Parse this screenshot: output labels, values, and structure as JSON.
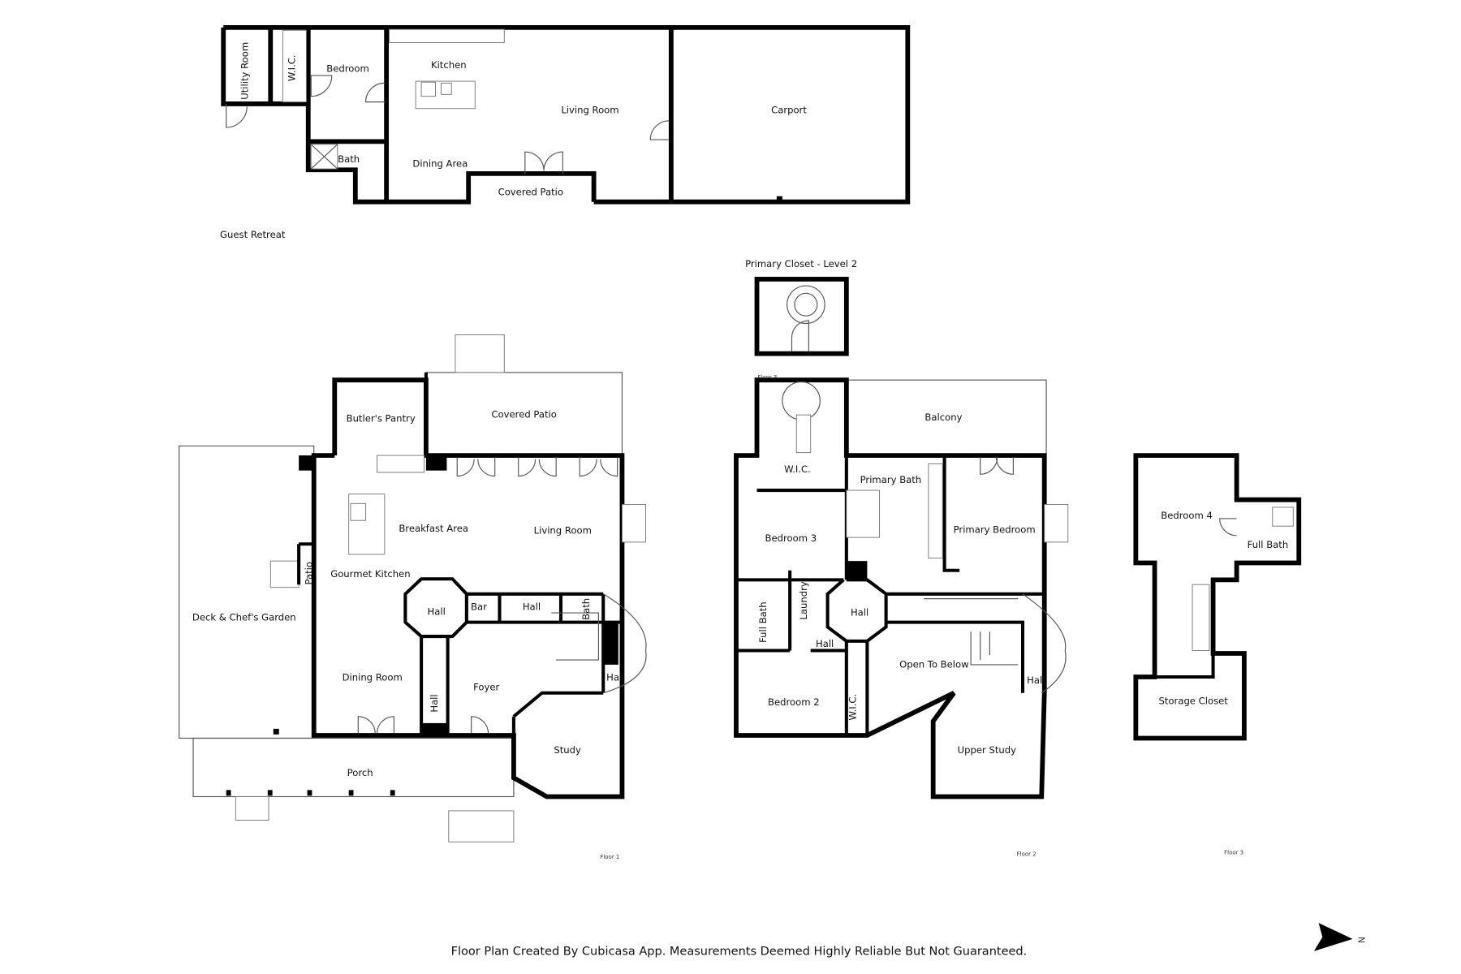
{
  "guest_retreat": {
    "title": "Guest Retreat",
    "rooms": [
      "Utility Room",
      "W.I.C.",
      "Bedroom",
      "Kitchen",
      "Living Room",
      "Carport",
      "Bath",
      "Dining Area",
      "Covered Patio"
    ]
  },
  "primary_closet": {
    "title": "Primary Closet - Level 2",
    "floor_tag": "Floor 3"
  },
  "floor1": {
    "label": "Floor 1",
    "rooms": [
      "Butler's Pantry",
      "Covered Patio",
      "Breakfast Area",
      "Living Room",
      "Gourmet Kitchen",
      "Patio",
      "Deck & Chef's Garden",
      "Hall",
      "Bar",
      "Hall",
      "Bath",
      "Dining Room",
      "Foyer",
      "Hall",
      "Hall",
      "Study",
      "Porch"
    ]
  },
  "floor2": {
    "label": "Floor 2",
    "rooms": [
      "W.I.C.",
      "Balcony",
      "Primary Bath",
      "Bedroom 3",
      "Primary Bedroom",
      "Full Bath",
      "Laundry",
      "Hall",
      "Hall",
      "Open To Below",
      "Hall",
      "Bedroom 2",
      "W.I.C.",
      "Upper Study"
    ]
  },
  "floor3": {
    "label": "Floor 3",
    "rooms": [
      "Bedroom 4",
      "Full Bath",
      "Storage Closet"
    ]
  },
  "footer": "Floor Plan Created By Cubicasa App. Measurements Deemed Highly Reliable But Not Guaranteed.",
  "compass": {
    "icon": "north-arrow-icon",
    "letter": "N"
  }
}
